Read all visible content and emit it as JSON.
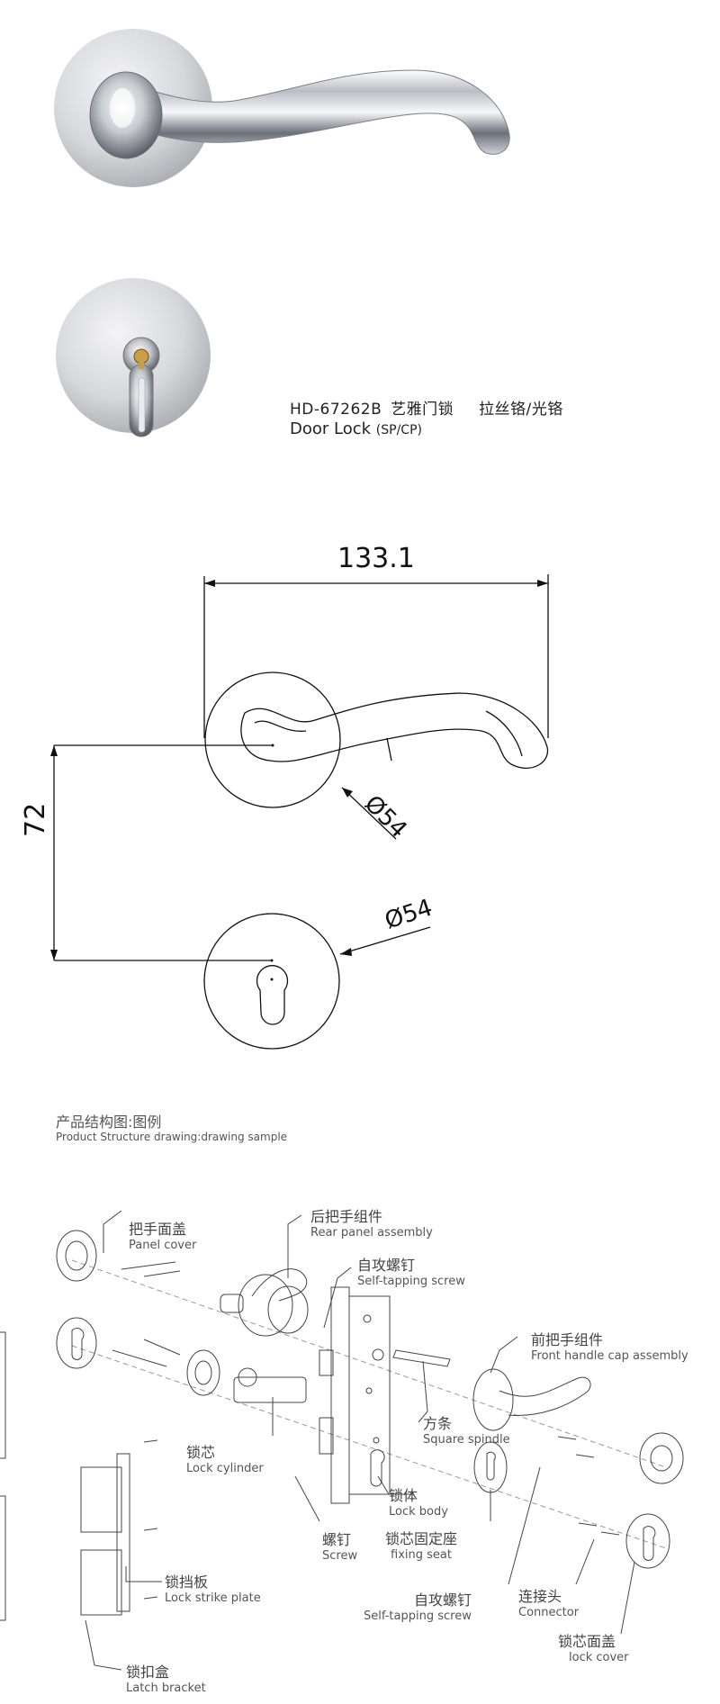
{
  "product": {
    "model": "HD-67262B",
    "name_cn": "艺雅门锁",
    "finish_cn": "拉丝铬/光铬",
    "name_en": "Door Lock",
    "finish_en": "(SP/CP)"
  },
  "dimensions": {
    "width": "133.1",
    "height": "72",
    "rose_diameter": "Ø54",
    "escutcheon_diameter": "Ø54"
  },
  "structure": {
    "title_cn": "产品结构图:图例",
    "title_en": "Product Structure drawing:drawing sample",
    "parts": [
      {
        "cn": "把手面盖",
        "en": "Panel cover"
      },
      {
        "cn": "后把手组件",
        "en": "Rear panel assembly"
      },
      {
        "cn": "自攻螺钉",
        "en": "Self-tapping screw"
      },
      {
        "cn": "前把手组件",
        "en": "Front handle cap assembly"
      },
      {
        "cn": "方条",
        "en": "Square spindle"
      },
      {
        "cn": "锁芯",
        "en": "Lock cylinder"
      },
      {
        "cn": "锁体",
        "en": "Lock body"
      },
      {
        "cn": "螺钉",
        "en": "Screw"
      },
      {
        "cn": "锁芯固定座",
        "en": "fixing seat"
      },
      {
        "cn": "锁挡板",
        "en": "Lock strike plate"
      },
      {
        "cn": "自攻螺钉",
        "en": "Self-tapping screw"
      },
      {
        "cn": "连接头",
        "en": "Connector"
      },
      {
        "cn": "锁芯面盖",
        "en": "lock cover"
      },
      {
        "cn": "锁扣盒",
        "en": "Latch bracket"
      }
    ]
  }
}
